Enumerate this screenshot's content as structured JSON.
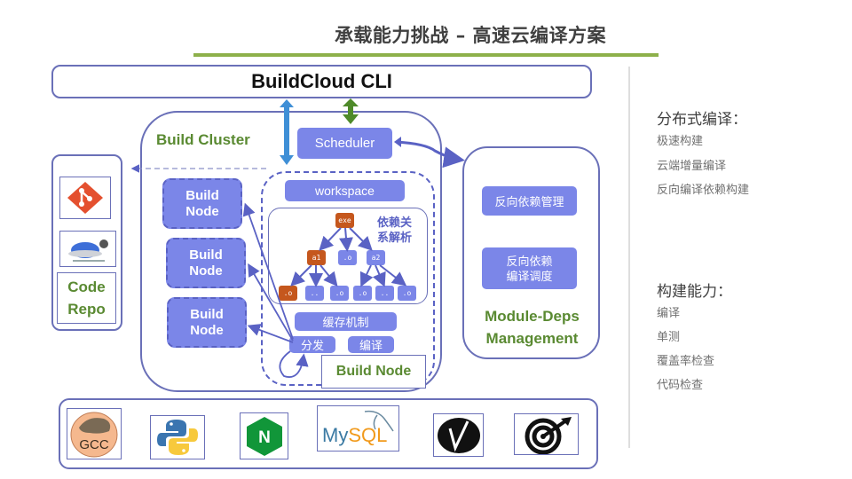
{
  "slide": {
    "title": "承载能力挑战 – 高速云编译方案",
    "accent_color": "#8db04a"
  },
  "cli": {
    "label": "BuildCloud CLI"
  },
  "cluster": {
    "label": "Build Cluster",
    "scheduler": "Scheduler",
    "build_nodes": [
      {
        "label": "Build\nNode"
      },
      {
        "label": "Build\nNode"
      },
      {
        "label": "Build\nNode"
      }
    ],
    "node_detail": {
      "workspace": "workspace",
      "dependency_label": "依赖关\n系解析",
      "tree": {
        "root": "exe",
        "level1": [
          "a1",
          ".o",
          "a2"
        ],
        "leaves": [
          ".o",
          "..",
          ".o",
          ".o",
          "..",
          ".o"
        ]
      },
      "cache": "缓存机制",
      "dispatch": "分发",
      "compile": "编译",
      "label": "Build Node"
    }
  },
  "repo": {
    "logos": [
      "git-icon",
      "tortoise-svn-icon"
    ],
    "label": "Code\nRepo"
  },
  "deps": {
    "reverse_dep_mgmt": "反向依赖管理",
    "reverse_dep_sched": "反向依赖\n编译调度",
    "label": "Module-Deps\nManagement"
  },
  "tools": [
    {
      "name": "gcc",
      "text": "GCC"
    },
    {
      "name": "python",
      "text": ""
    },
    {
      "name": "nginx",
      "text": "N"
    },
    {
      "name": "mysql",
      "text_a": "My",
      "text_b": "SQL"
    },
    {
      "name": "valgrind",
      "text": ""
    },
    {
      "name": "target",
      "text": ""
    }
  ],
  "sidebar": {
    "sections": [
      {
        "heading": "分布式编译：",
        "items": [
          "极速构建",
          "云端增量编译",
          "反向编译依赖构建"
        ]
      },
      {
        "heading": "构建能力：",
        "items": [
          "编译",
          "单测",
          "覆盖率检查",
          "代码检查"
        ]
      }
    ]
  }
}
